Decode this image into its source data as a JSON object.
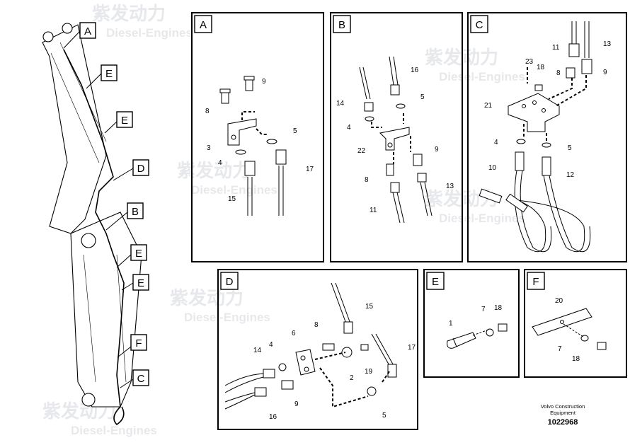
{
  "panels": {
    "A": {
      "label": "A",
      "callouts": [
        "9",
        "8",
        "3",
        "5",
        "4",
        "17",
        "15"
      ]
    },
    "B": {
      "label": "B",
      "callouts": [
        "16",
        "14",
        "5",
        "4",
        "22",
        "9",
        "8",
        "13",
        "11"
      ]
    },
    "C": {
      "label": "C",
      "callouts": [
        "11",
        "13",
        "23",
        "18",
        "9",
        "8",
        "21",
        "4",
        "5",
        "10",
        "12"
      ]
    },
    "D": {
      "label": "D",
      "callouts": [
        "15",
        "8",
        "6",
        "17",
        "14",
        "4",
        "19",
        "2",
        "16",
        "9",
        "5"
      ]
    },
    "E": {
      "label": "E",
      "callouts": [
        "7",
        "18",
        "1"
      ]
    },
    "F": {
      "label": "F",
      "callouts": [
        "20",
        "7",
        "18"
      ]
    }
  },
  "overview": {
    "callouts": [
      "A",
      "E",
      "E",
      "D",
      "B",
      "E",
      "E",
      "F",
      "C"
    ]
  },
  "footer": {
    "line1": "Volvo Construction",
    "line2": "Equipment",
    "number": "1022968"
  },
  "watermark": {
    "brand": "紫发动力",
    "sub": "Diesel-Engines"
  },
  "colors": {
    "ink": "#000000",
    "paper": "#ffffff",
    "watermark": "#c9ced3"
  }
}
